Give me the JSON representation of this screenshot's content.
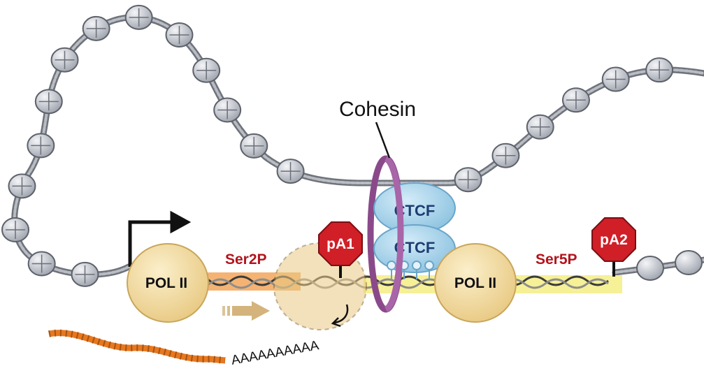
{
  "labels": {
    "cohesin": "Cohesin",
    "ctcf_top": "CTCF",
    "ctcf_bottom": "CTCF",
    "pol_left": "POL II",
    "pol_right": "POL II",
    "ser2p": "Ser2P",
    "ser5p": "Ser5P",
    "pa1": "pA1",
    "pa2": "pA2",
    "polya": "AAAAAAAAAA"
  },
  "colors": {
    "pol": "#f3dca0",
    "ctcf": "#a9d3ea",
    "cohesin": "#8a4a8a",
    "stop": "#d01f27",
    "ser_text": "#b3141c",
    "ser2p_bar": "#f2a65a",
    "ser5p_bar": "#f5ee8c",
    "rna": "#e8781e",
    "nucleosome": "#c9ccd3"
  },
  "icons": {
    "tss": "promoter-arrow-icon",
    "direction": "transcription-direction-arrow-icon",
    "release": "curved-release-arrow-icon"
  }
}
